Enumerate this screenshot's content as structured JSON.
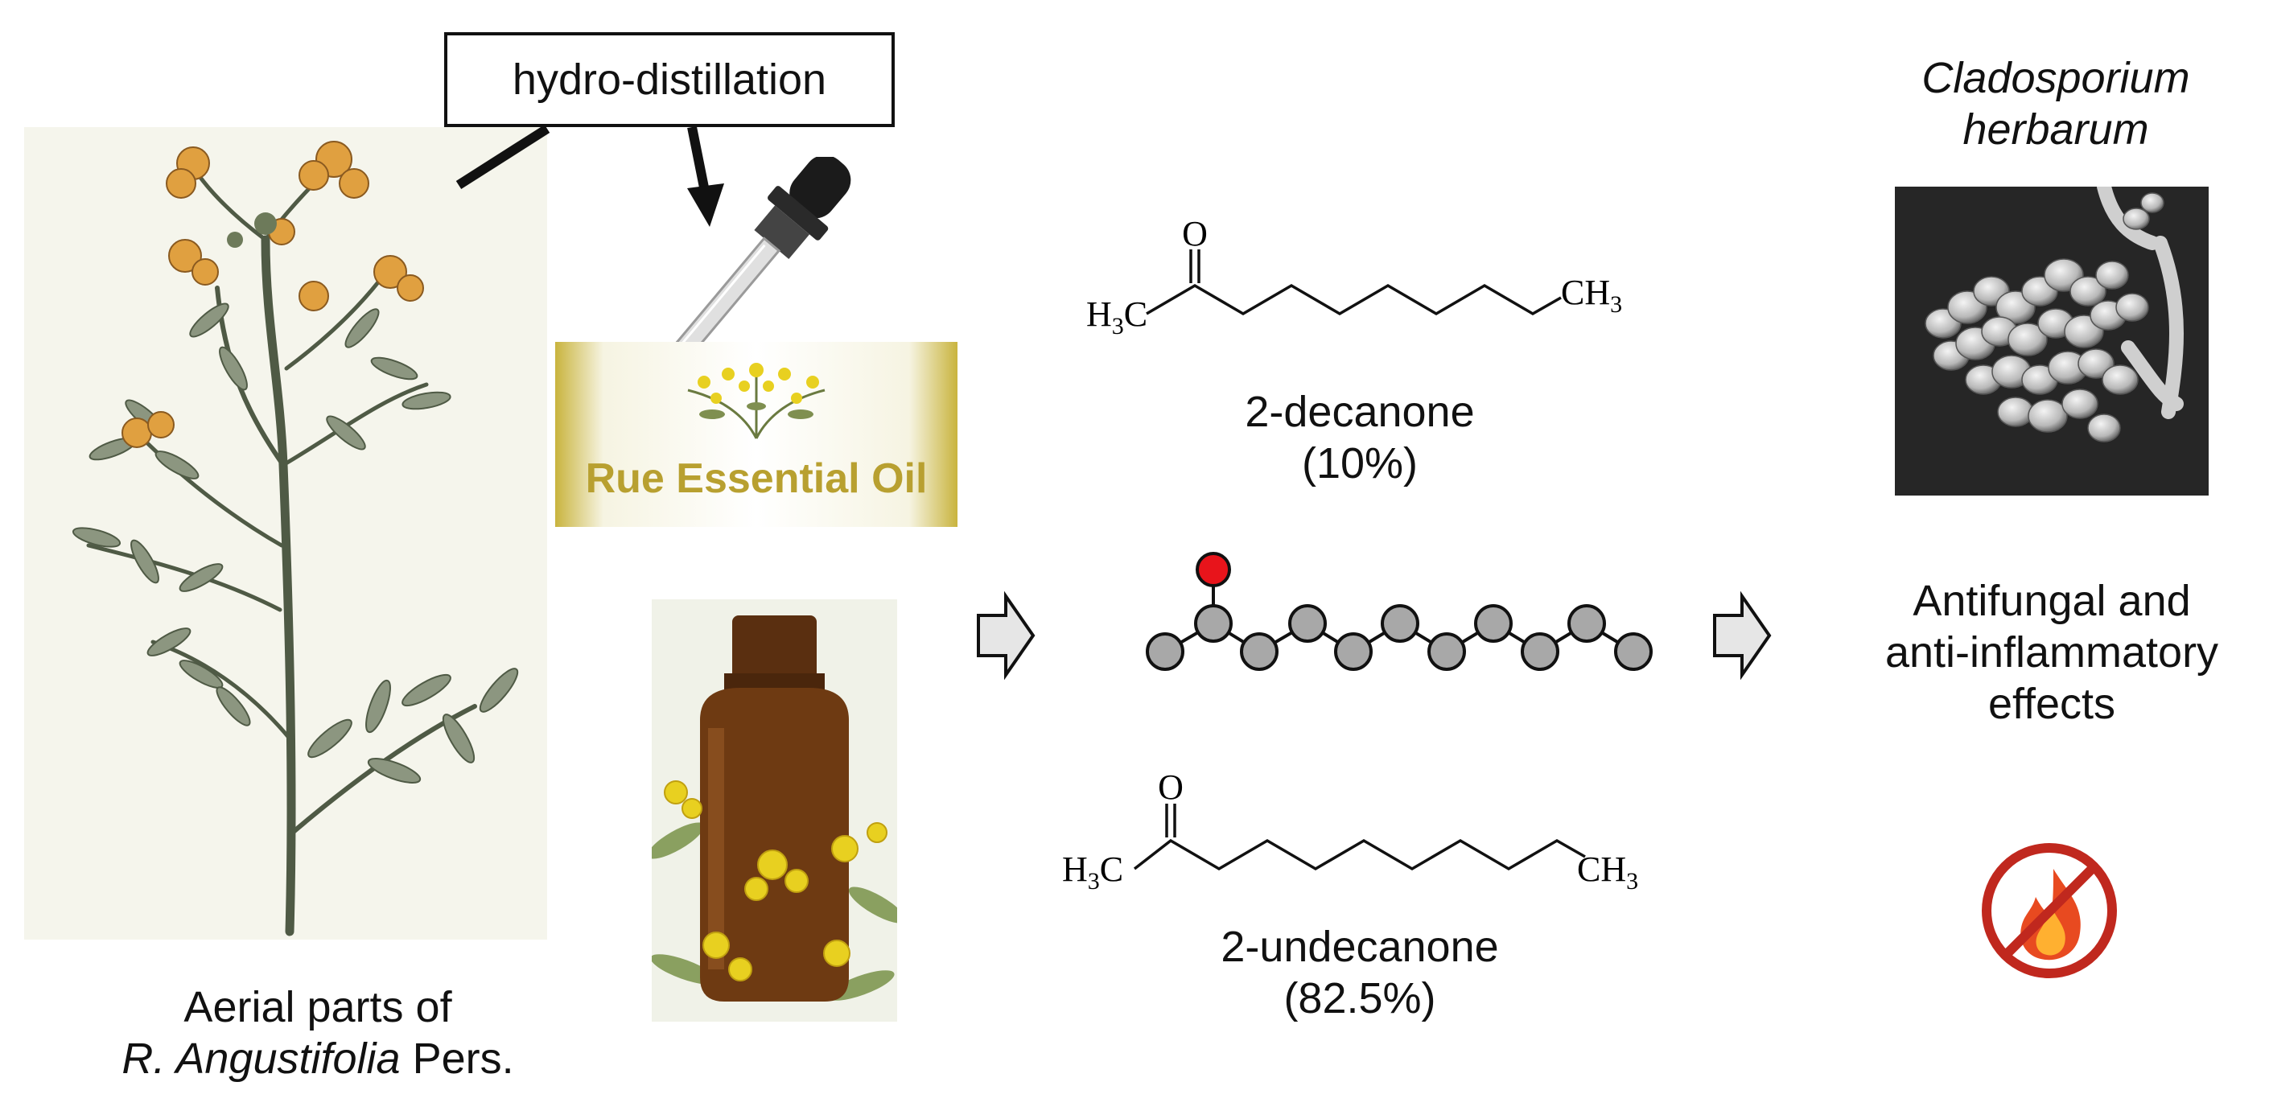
{
  "process": {
    "label": "hydro-distillation"
  },
  "plant": {
    "caption_line1": "Aerial parts of",
    "species_italic": "R. Angustifolia",
    "species_suffix": " Pers."
  },
  "oil_label": {
    "text": "Rue Essential Oil"
  },
  "compounds": [
    {
      "name": "2-decanone",
      "percent": "(10%)",
      "carbonyl_label": "O",
      "left_group": "H3C",
      "right_group": "CH3"
    },
    {
      "name": "2-undecanone",
      "percent": "(82.5%)",
      "carbonyl_label": "O",
      "left_group": "H3C",
      "right_group": "CH3"
    }
  ],
  "fungus": {
    "name_line1": "Cladosporium",
    "name_line2": "herbarum"
  },
  "effects": {
    "line1": "Antifungal and",
    "line2": "anti-inflammatory",
    "line3": "effects"
  },
  "icons": [
    "dropper-icon",
    "arrow-right-icon",
    "no-inflammation-icon"
  ],
  "colors": {
    "oxygen_atom": "#e8141b",
    "carbon_atom": "#a8a8a8",
    "oil_label_gold": "#b8a030",
    "bottle_amber": "#6e3a12",
    "flower_yellow": "#e8d020",
    "petal_orange": "#e0a040",
    "prohibit_red": "#c0281e"
  }
}
